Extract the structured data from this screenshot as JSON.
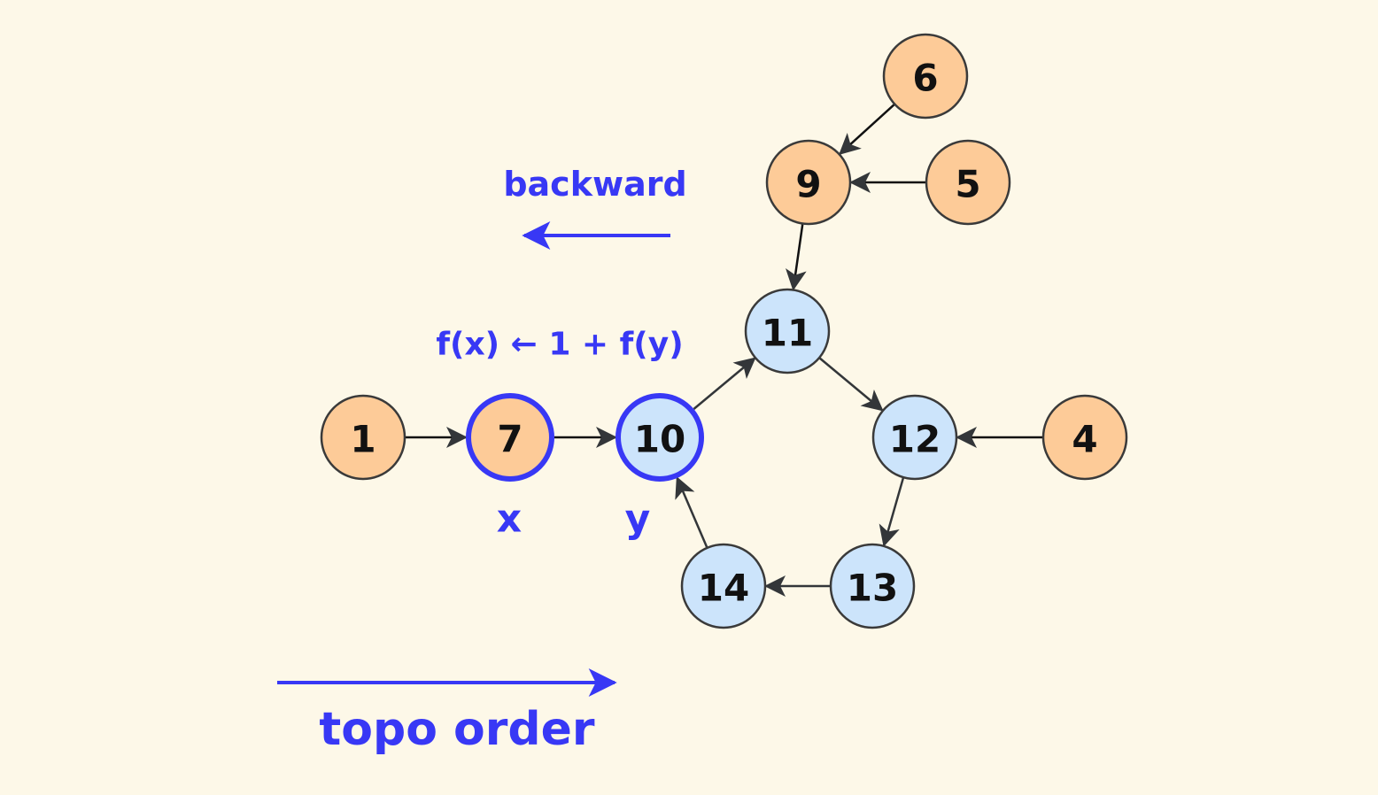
{
  "colors": {
    "background": "#fdf8e8",
    "node_orange": "#fdcb98",
    "node_blue": "#cce4fb",
    "node_stroke": "#3a3a3a",
    "highlight": "#3838f5",
    "edge": "#111111",
    "edge_gray": "#333639"
  },
  "nodes": [
    {
      "id": "1",
      "label": "1",
      "kind": "orange",
      "highlighted": false
    },
    {
      "id": "7",
      "label": "7",
      "kind": "orange",
      "highlighted": true
    },
    {
      "id": "10",
      "label": "10",
      "kind": "blue",
      "highlighted": true
    },
    {
      "id": "11",
      "label": "11",
      "kind": "blue",
      "highlighted": false
    },
    {
      "id": "12",
      "label": "12",
      "kind": "blue",
      "highlighted": false
    },
    {
      "id": "13",
      "label": "13",
      "kind": "blue",
      "highlighted": false
    },
    {
      "id": "14",
      "label": "14",
      "kind": "blue",
      "highlighted": false
    },
    {
      "id": "4",
      "label": "4",
      "kind": "orange",
      "highlighted": false
    },
    {
      "id": "9",
      "label": "9",
      "kind": "orange",
      "highlighted": false
    },
    {
      "id": "6",
      "label": "6",
      "kind": "orange",
      "highlighted": false
    },
    {
      "id": "5",
      "label": "5",
      "kind": "orange",
      "highlighted": false
    }
  ],
  "edges": [
    {
      "from": "1",
      "to": "7"
    },
    {
      "from": "7",
      "to": "10"
    },
    {
      "from": "10",
      "to": "11"
    },
    {
      "from": "11",
      "to": "12"
    },
    {
      "from": "12",
      "to": "13"
    },
    {
      "from": "13",
      "to": "14"
    },
    {
      "from": "14",
      "to": "10"
    },
    {
      "from": "4",
      "to": "12"
    },
    {
      "from": "9",
      "to": "11"
    },
    {
      "from": "6",
      "to": "9"
    },
    {
      "from": "5",
      "to": "9"
    }
  ],
  "annotations": {
    "backward_label": "backward",
    "formula": "f(x) ← 1 + f(y)",
    "x_label": "x",
    "y_label": "y",
    "topo_label": "topo order"
  }
}
